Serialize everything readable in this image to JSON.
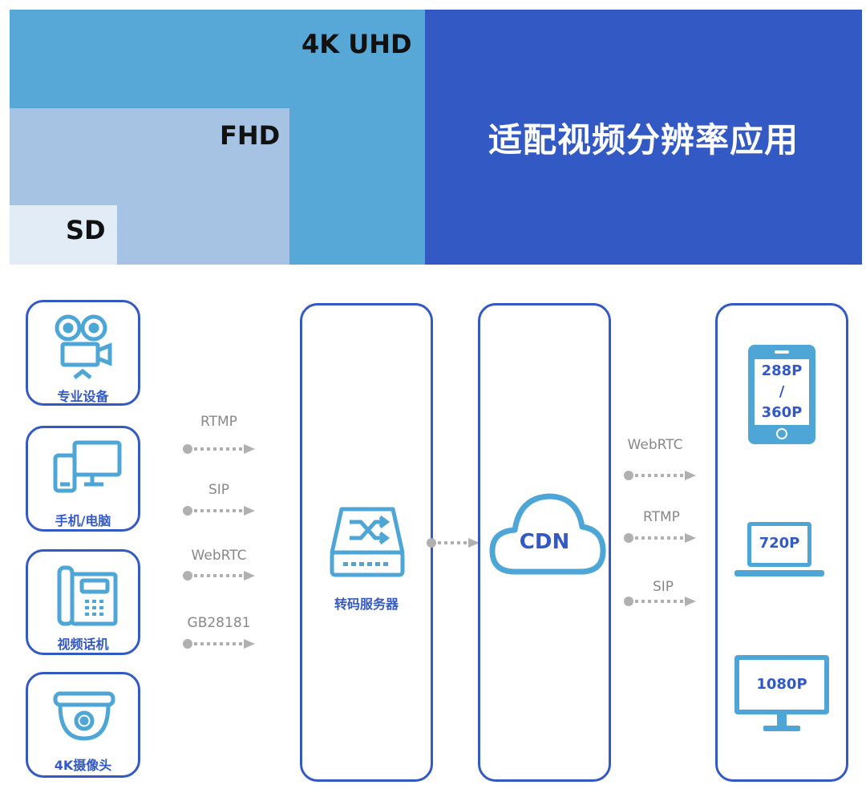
{
  "resolutions": {
    "uhd": "4K UHD",
    "fhd": "FHD",
    "sd": "SD",
    "headline": "适配视频分辨率应用"
  },
  "sources": [
    {
      "label": "专业设备",
      "icon": "movie-camera-icon"
    },
    {
      "label": "手机/电脑",
      "icon": "phone-computer-icon"
    },
    {
      "label": "视频话机",
      "icon": "video-phone-icon"
    },
    {
      "label": "4K摄像头",
      "icon": "dome-camera-icon"
    }
  ],
  "input_protocols": [
    "RTMP",
    "SIP",
    "WebRTC",
    "GB28181"
  ],
  "transcoder": {
    "label": "转码服务器",
    "icon": "switch-server-icon"
  },
  "cdn": {
    "label": "CDN",
    "icon": "cloud-icon"
  },
  "output_protocols": [
    "WebRTC",
    "RTMP",
    "SIP"
  ],
  "outputs": [
    {
      "line1": "288P",
      "line2": "/",
      "line3": "360P",
      "icon": "smartphone-icon"
    },
    {
      "label": "720P",
      "icon": "laptop-icon"
    },
    {
      "label": "1080P",
      "icon": "monitor-icon"
    }
  ],
  "colors": {
    "primary": "#3359c4",
    "accent": "#4da6d6",
    "uhd": "#57a8d6",
    "fhd": "#a7c3e3",
    "sd": "#e2ecf6",
    "arrow": "#b0b0b0"
  }
}
